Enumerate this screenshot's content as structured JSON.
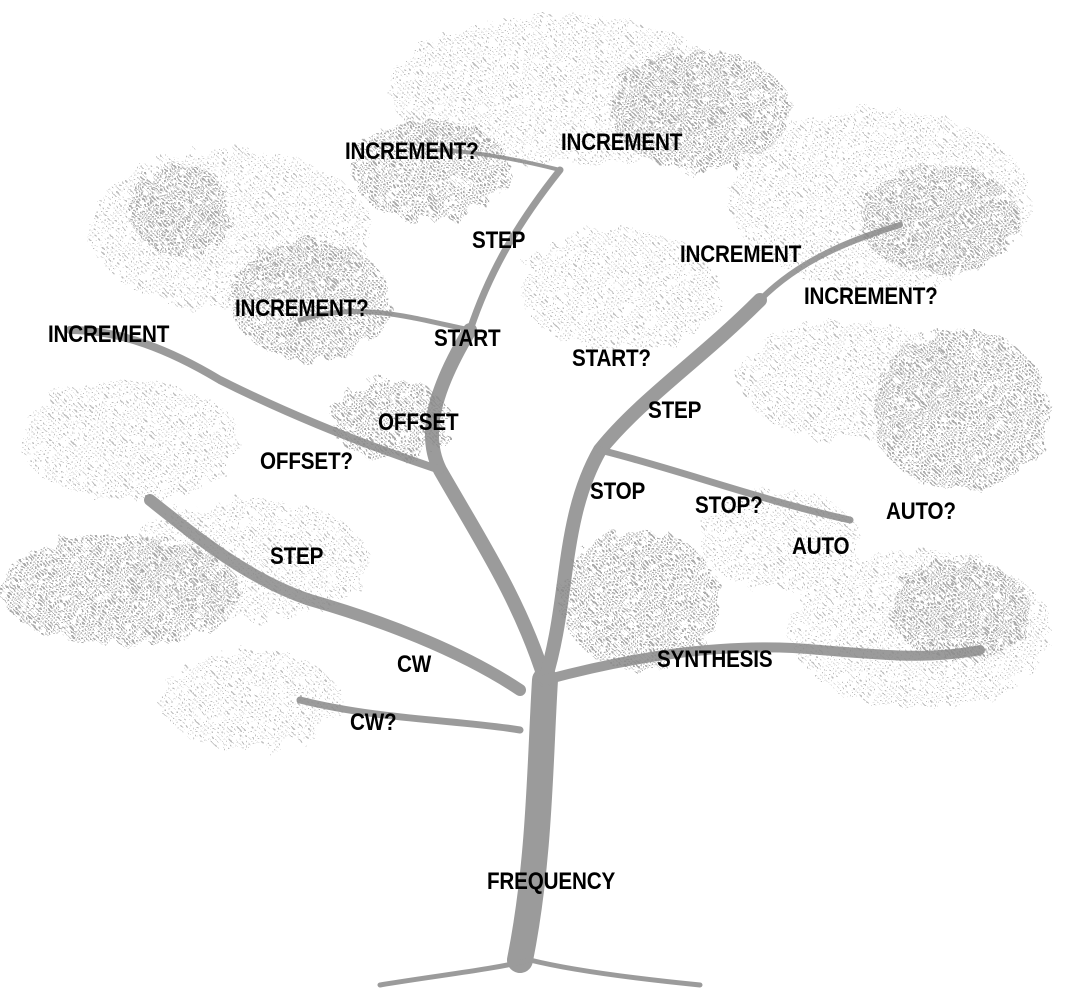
{
  "colors": {
    "label": "#000000",
    "foliage": "#9a9a9a",
    "branch": "#8a8a8a",
    "background": "#ffffff"
  },
  "tree": {
    "root_label": "FREQUENCY",
    "labels": {
      "increment_q_top": "INCREMENT?",
      "increment_top": "INCREMENT",
      "step_top": "STEP",
      "increment_right": "INCREMENT",
      "increment_q_right": "INCREMENT?",
      "increment_left": "INCREMENT",
      "increment_q_left": "INCREMENT?",
      "start": "START",
      "start_q": "START?",
      "step_right": "STEP",
      "offset": "OFFSET",
      "offset_q": "OFFSET?",
      "stop": "STOP",
      "stop_q": "STOP?",
      "auto_q": "AUTO?",
      "auto": "AUTO",
      "step_left": "STEP",
      "cw": "CW",
      "synthesis": "SYNTHESIS",
      "cw_q": "CW?"
    }
  }
}
